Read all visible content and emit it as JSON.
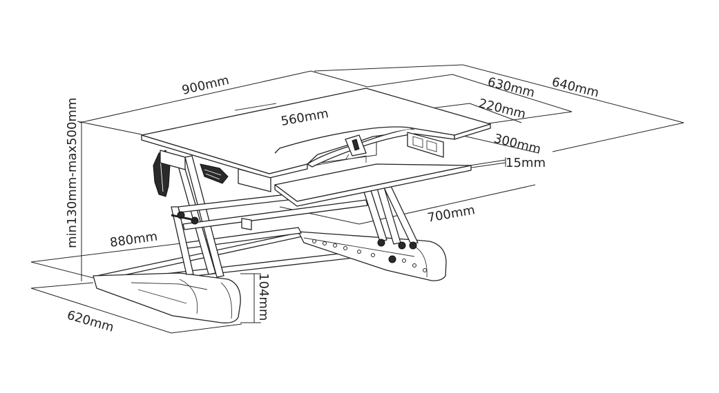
{
  "diagram": {
    "labels": {
      "top_width": "900mm",
      "depth_outer": "640mm",
      "depth_mid": "630mm",
      "keyboard_depth": "220mm",
      "inner_width": "560mm",
      "tray_depth": "300mm",
      "thickness": "15mm",
      "keyboard_width": "700mm",
      "base_width": "880mm",
      "height_range": "min130mm-max500mm",
      "base_depth": "620mm",
      "base_height": "104mm"
    },
    "colors": {
      "line": "#222222",
      "background": "#ffffff"
    }
  }
}
